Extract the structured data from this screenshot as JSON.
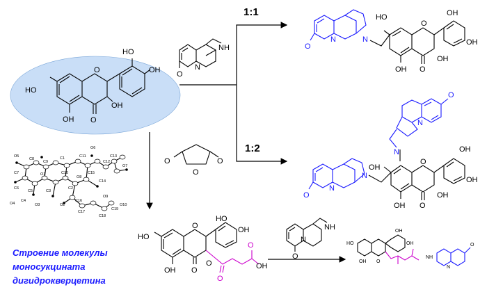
{
  "ratio_top": "1:1",
  "ratio_bottom": "1:2",
  "caption": [
    "Строение молекулы",
    "моносукцината",
    "дигидрокверцетина"
  ],
  "atoms": {
    "HO": "HO",
    "OH": "OH",
    "O": "O",
    "N": "N",
    "NH": "NH",
    "H": "H"
  },
  "crystal_labels": [
    "O5",
    "C8",
    "C9",
    "C1",
    "C11",
    "O6",
    "C12",
    "C13",
    "O7",
    "C7",
    "C6",
    "O1",
    "C10",
    "C14",
    "C5",
    "C4",
    "C3",
    "C2",
    "O8",
    "C15",
    "C16",
    "O2",
    "O4",
    "O3",
    "C17",
    "O9",
    "C19",
    "O10",
    "C18"
  ],
  "colors": {
    "highlight": "#c9def7",
    "cytisine": "#1a1aff",
    "succinate": "#cc00cc"
  }
}
